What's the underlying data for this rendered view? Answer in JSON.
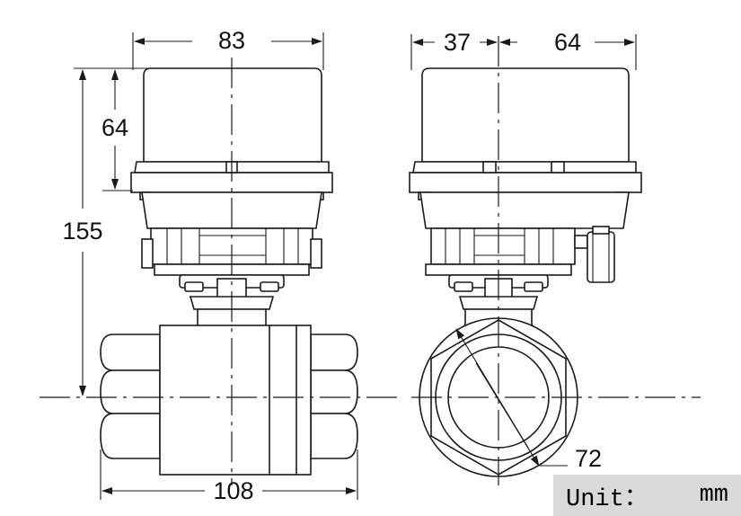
{
  "dimensions": {
    "front_width": "83",
    "front_actuator_height": "64",
    "total_height": "155",
    "body_length": "108",
    "side_left": "37",
    "side_right": "64",
    "port_diameter": "72"
  },
  "unit": {
    "label": "Unit：",
    "value": "mm"
  },
  "colors": {
    "line": "#1a1a1a",
    "unit_background": "#d9d9d9"
  }
}
